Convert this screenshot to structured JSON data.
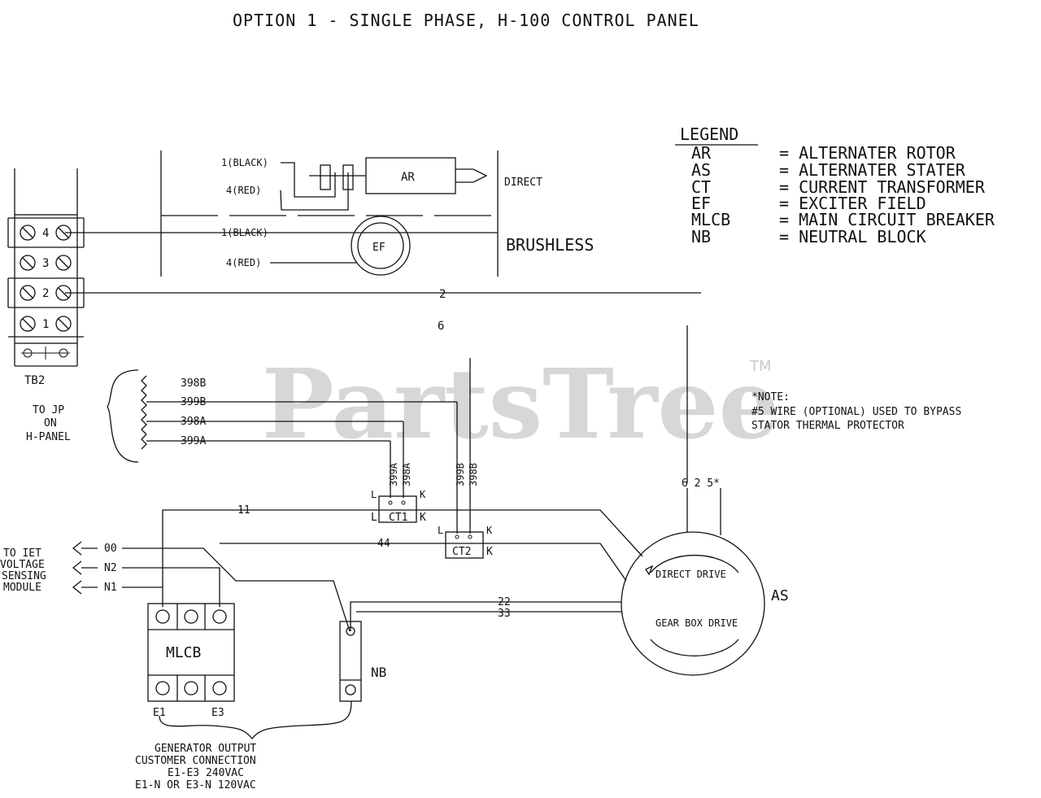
{
  "title": "OPTION 1 - SINGLE PHASE, H-100 CONTROL PANEL",
  "watermark": "PartsTree",
  "watermark_tm": "TM",
  "legend": {
    "heading": "LEGEND",
    "items": [
      {
        "abbr": "AR",
        "desc": "= ALTERNATER ROTOR"
      },
      {
        "abbr": "AS",
        "desc": "= ALTERNATER STATER"
      },
      {
        "abbr": "CT",
        "desc": "= CURRENT TRANSFORMER"
      },
      {
        "abbr": "EF",
        "desc": "= EXCITER FIELD"
      },
      {
        "abbr": "MLCB",
        "desc": "= MAIN CIRCUIT BREAKER"
      },
      {
        "abbr": "NB",
        "desc": "= NEUTRAL BLOCK"
      }
    ]
  },
  "note": {
    "heading": "*NOTE:",
    "line1": "#5 WIRE (OPTIONAL) USED TO BYPASS",
    "line2": "STATOR THERMAL PROTECTOR"
  },
  "tb2": {
    "label": "TB2",
    "terminals": [
      "4",
      "3",
      "2",
      "1"
    ]
  },
  "rotor": {
    "direct_label": "DIRECT",
    "brushless_label": "BRUSHLESS",
    "ar_label": "AR",
    "ef_label": "EF",
    "wire_black_top": "1(BLACK)",
    "wire_red_top": "4(RED)",
    "wire_black_bottom": "1(BLACK)",
    "wire_red_bottom": "4(RED)"
  },
  "wires": {
    "w2": "2",
    "w6": "6",
    "w11": "11",
    "w44": "44",
    "w22": "22",
    "w33": "33",
    "w0": "00",
    "wn2": "N2",
    "wn1": "N1",
    "w398b": "398B",
    "w399b": "399B",
    "w398a": "398A",
    "w399a": "399A",
    "v399a": "399A",
    "v398a": "398A",
    "v399b": "399B",
    "v398b": "398B",
    "stator_leads": "6 2 5*"
  },
  "ct1": {
    "label": "CT1",
    "l": "L",
    "k": "K"
  },
  "ct2": {
    "label": "CT2",
    "l": "L",
    "k": "K"
  },
  "hpanel": {
    "line1": "TO JP",
    "line2": "ON",
    "line3": "H-PANEL"
  },
  "voltage_module": {
    "line1": "TO IET",
    "line2": "VOLTAGE",
    "line3": "SENSING",
    "line4": "MODULE"
  },
  "mlcb": {
    "label": "MLCB",
    "e1": "E1",
    "e3": "E3"
  },
  "nb": {
    "label": "NB"
  },
  "stator": {
    "label": "AS",
    "direct_drive": "DIRECT DRIVE",
    "gear_box_drive": "GEAR BOX DRIVE"
  },
  "output": {
    "line1": "GENERATOR OUTPUT",
    "line2": "CUSTOMER CONNECTION",
    "line3": "E1-E3  240VAC",
    "line4": "E1-N OR E3-N 120VAC"
  }
}
